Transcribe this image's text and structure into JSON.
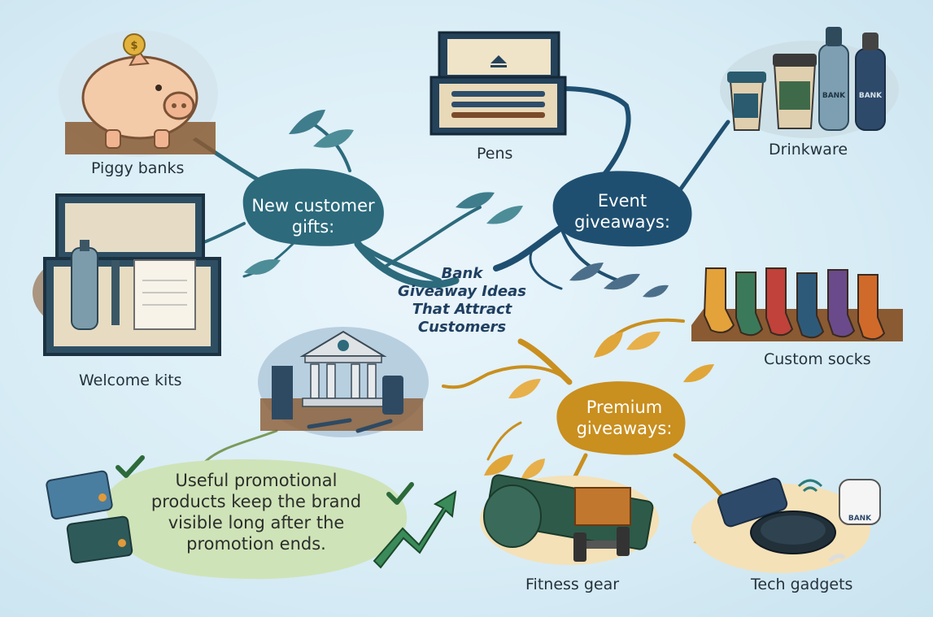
{
  "title": "Bank Giveaway Ideas That Attract Customers",
  "branches": [
    {
      "id": "new",
      "label": "New customer gifts:",
      "color": "#2c6a7c",
      "items": [
        "Piggy banks",
        "Welcome kits"
      ]
    },
    {
      "id": "event",
      "label": "Event giveaways:",
      "color": "#1f4f70",
      "items": [
        "Pens",
        "Drinkware",
        "Custom socks"
      ]
    },
    {
      "id": "premium",
      "label": "Premium giveaways:",
      "color": "#c98f1f",
      "items": [
        "Fitness gear",
        "Tech gadgets"
      ]
    }
  ],
  "items": {
    "piggy": "Piggy banks",
    "welcome": "Welcome kits",
    "pens": "Pens",
    "drinkware": "Drinkware",
    "socks": "Custom socks",
    "fitness": "Fitness gear",
    "tech": "Tech gadgets"
  },
  "bubbles": {
    "new": [
      "New customer",
      "gifts:"
    ],
    "event": [
      "Event",
      "giveaways:"
    ],
    "premium": [
      "Premium",
      "giveaways:"
    ]
  },
  "center": [
    "Bank",
    "Giveaway Ideas",
    "That Attract",
    "Customers"
  ],
  "note": [
    "Useful promotional",
    "products keep the brand",
    "visible long after the",
    "promotion ends."
  ],
  "product_text": {
    "bank": "BANK"
  },
  "icons": [
    "piggy-bank-icon",
    "welcome-kit-icon",
    "pens-icon",
    "drinkware-icon",
    "socks-icon",
    "fitness-gear-icon",
    "tech-gadgets-icon",
    "bank-building-icon",
    "credit-card-icon",
    "checkmark-icon",
    "growth-arrow-icon",
    "leaf-icon"
  ],
  "colors": {
    "teal": "#2c6a7c",
    "navy": "#1f4f70",
    "gold": "#c98f1f",
    "green_note": "#cfe3b8",
    "background": "#d9edf6"
  }
}
